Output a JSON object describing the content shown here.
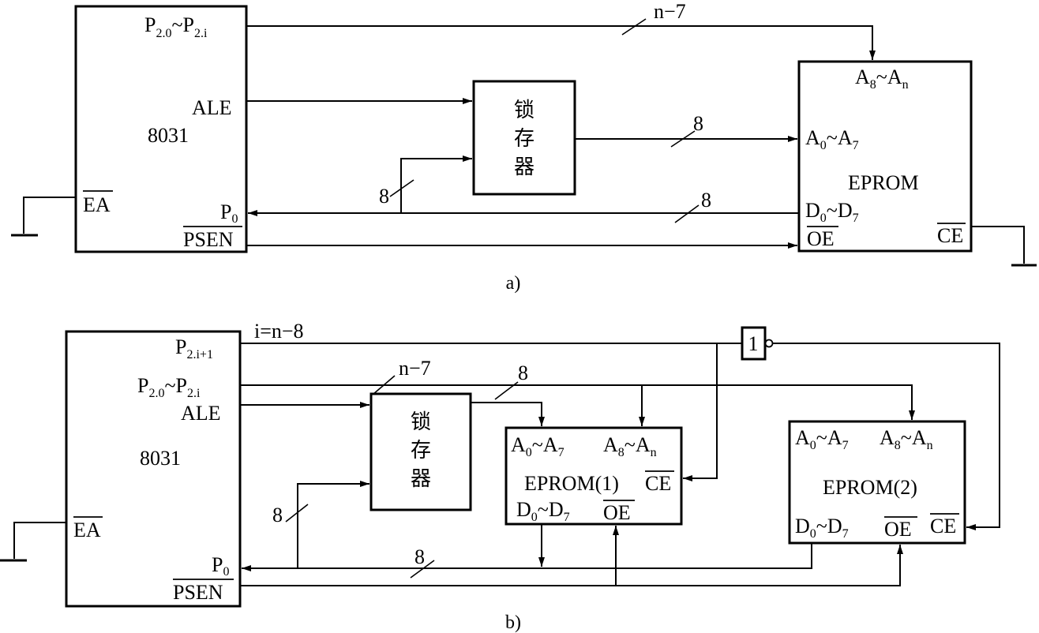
{
  "diagram_a": {
    "caption": "a)",
    "mcu": {
      "name": "8031",
      "p2_range": "P",
      "p2_sub": "2.0",
      "tilde": "~",
      "p2_end": "P",
      "p2_end_sub": "2.i",
      "ale": "ALE",
      "ea": "EA",
      "p0": "P",
      "p0_sub": "0",
      "psen": "PSEN"
    },
    "latch": {
      "line1": "锁",
      "line2": "存",
      "line3": "器"
    },
    "eprom": {
      "name": "EPROM",
      "a_hi": "A",
      "a_hi_sub": "8",
      "a_hi_end": "A",
      "a_hi_end_sub": "n",
      "a_lo": "A",
      "a_lo_sub": "0",
      "a_lo_end": "A",
      "a_lo_end_sub": "7",
      "d": "D",
      "d_sub": "0",
      "d_end": "D",
      "d_end_sub": "7",
      "oe": "OE",
      "ce": "CE"
    },
    "bus_labels": {
      "p2_width": "n−7",
      "addr_width": "8",
      "p0_width": "8",
      "data_width": "8"
    }
  },
  "diagram_b": {
    "caption": "b)",
    "mcu": {
      "name": "8031",
      "p2_top": "P",
      "p2_top_sub": "2.i+1",
      "p2_range": "P",
      "p2_sub": "2.0",
      "tilde": "~",
      "p2_end": "P",
      "p2_end_sub": "2.i",
      "ale": "ALE",
      "ea": "EA",
      "p0": "P",
      "p0_sub": "0",
      "psen": "PSEN"
    },
    "condition": "i=n−8",
    "inverter": "1",
    "latch": {
      "line1": "锁",
      "line2": "存",
      "line3": "器"
    },
    "eprom1": {
      "name": "EPROM(1)",
      "a_lo": "A",
      "a_lo_sub": "0",
      "a_lo_end": "A",
      "a_lo_end_sub": "7",
      "a_hi": "A",
      "a_hi_sub": "8",
      "a_hi_end": "A",
      "a_hi_end_sub": "n",
      "d": "D",
      "d_sub": "0",
      "d_end": "D",
      "d_end_sub": "7",
      "oe": "OE",
      "ce": "CE"
    },
    "eprom2": {
      "name": "EPROM(2)",
      "a_lo": "A",
      "a_lo_sub": "0",
      "a_lo_end": "A",
      "a_lo_end_sub": "7",
      "a_hi": "A",
      "a_hi_sub": "8",
      "a_hi_end": "A",
      "a_hi_end_sub": "n",
      "d": "D",
      "d_sub": "0",
      "d_end": "D",
      "d_end_sub": "7",
      "oe": "OE",
      "ce": "CE"
    },
    "bus_labels": {
      "p2_width": "n−7",
      "addr_width": "8",
      "p0_width": "8",
      "data_width": "8"
    }
  }
}
